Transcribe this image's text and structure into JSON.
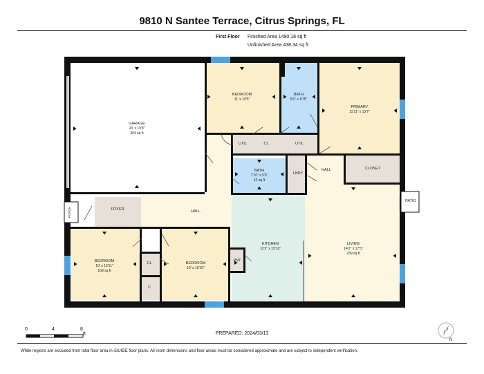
{
  "header": {
    "title": "9810 N Santee Terrace, Citrus Springs, FL",
    "floor_label": "First Floor",
    "finished_area": "Finished Area 1490.18 sq ft",
    "unfinished_area": "Unfinished Area 438.34 sq ft"
  },
  "rooms": [
    {
      "id": "garage",
      "name": "GARAGE",
      "dim": "20' x 19'8\"",
      "area": "394 sq ft"
    },
    {
      "id": "bedroom-top",
      "name": "BEDROOM",
      "dim": "11' x 10'5\"",
      "area": ""
    },
    {
      "id": "bath-top",
      "name": "BATH",
      "dim": "5'6\" x 10'5\"",
      "area": ""
    },
    {
      "id": "primary",
      "name": "PRIMARY",
      "dim": "11'11\" x 13'7\"",
      "area": ""
    },
    {
      "id": "util-1",
      "name": "UTIL",
      "dim": "",
      "area": ""
    },
    {
      "id": "cl-1",
      "name": "CL",
      "dim": "",
      "area": ""
    },
    {
      "id": "util-2",
      "name": "UTIL",
      "dim": "",
      "area": ""
    },
    {
      "id": "bath-mid",
      "name": "BATH",
      "dim": "7'10\" x 5'6\"",
      "area": "42 sq ft"
    },
    {
      "id": "lndy",
      "name": "LNDY",
      "dim": "",
      "area": ""
    },
    {
      "id": "hall-right",
      "name": "HALL",
      "dim": "",
      "area": ""
    },
    {
      "id": "closet",
      "name": "CLOSET",
      "dim": "",
      "area": ""
    },
    {
      "id": "patio",
      "name": "PATIO",
      "dim": "",
      "area": ""
    },
    {
      "id": "porch",
      "name": "PORCH",
      "dim": "",
      "area": ""
    },
    {
      "id": "foyer",
      "name": "FOYER",
      "dim": "",
      "area": ""
    },
    {
      "id": "hall-center",
      "name": "HALL",
      "dim": "",
      "area": ""
    },
    {
      "id": "kitchen",
      "name": "KITCHEN",
      "dim": "12'2\" x 15'10\"",
      "area": ""
    },
    {
      "id": "living",
      "name": "LIVING",
      "dim": "14'2\" x 17'5\"",
      "area": "239 sq ft"
    },
    {
      "id": "bedroom-left",
      "name": "BEDROOM",
      "dim": "10' x 10'11\"",
      "area": "109 sq ft"
    },
    {
      "id": "cl-2",
      "name": "CL",
      "dim": "",
      "area": ""
    },
    {
      "id": "c",
      "name": "C",
      "dim": "",
      "area": ""
    },
    {
      "id": "bedroom-mid",
      "name": "BEDROOM",
      "dim": "10' x 10'10\"",
      "area": ""
    },
    {
      "id": "pnt",
      "name": "PNT",
      "dim": "",
      "area": ""
    }
  ],
  "scale": {
    "ticks": [
      "0",
      "4",
      "8"
    ],
    "unit": "ft"
  },
  "compass": {
    "letter": "N"
  },
  "prepared": "PREPARED: 2024/03/13",
  "footer_note": "White regions are excluded from total floor area in iGUIDE floor plans. All room dimensions and floor areas must be considered approximate and are subject to independent verification.",
  "colors": {
    "wall": "#111111",
    "bedroom": "#fbeecb",
    "bath": "#bfe0f8",
    "hall": "#fdf6e0",
    "utility": "#e6e0d8",
    "kitchen": "#dff0ea",
    "garage": "#ffffff",
    "window": "#4aa3df"
  }
}
